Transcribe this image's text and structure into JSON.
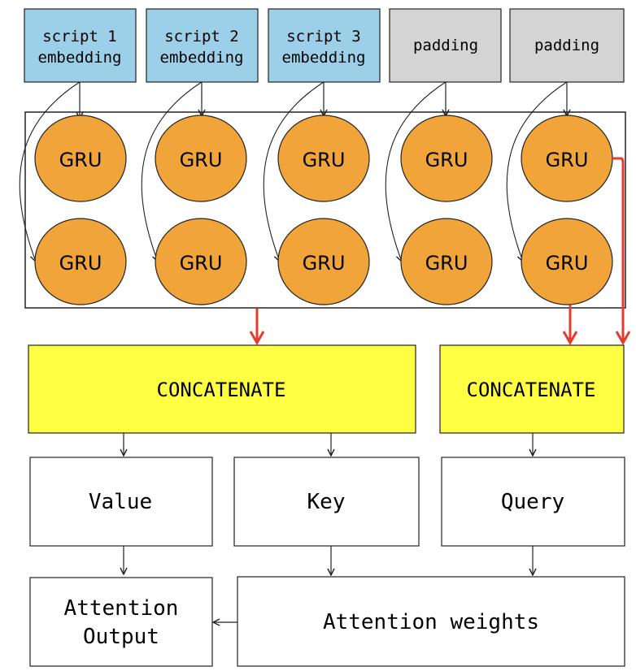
{
  "colors": {
    "input_embedding": "#9ccfe8",
    "input_padding": "#d4d4d4",
    "gru": "#f0a43a",
    "concat": "#ffff44",
    "red_arrow": "#e53b2c",
    "stroke": "#222222"
  },
  "inputs": [
    {
      "line1": "script 1",
      "line2": "embedding",
      "kind": "embedding"
    },
    {
      "line1": "script 2",
      "line2": "embedding",
      "kind": "embedding"
    },
    {
      "line1": "script 3",
      "line2": "embedding",
      "kind": "embedding"
    },
    {
      "line1": "padding",
      "line2": "",
      "kind": "padding"
    },
    {
      "line1": "padding",
      "line2": "",
      "kind": "padding"
    }
  ],
  "gru_label": "GRU",
  "concat_left": "CONCATENATE",
  "concat_right": "CONCATENATE",
  "value": "Value",
  "key": "Key",
  "query": "Query",
  "attention_output": {
    "line1": "Attention",
    "line2": "Output"
  },
  "attention_weights": "Attention weights"
}
